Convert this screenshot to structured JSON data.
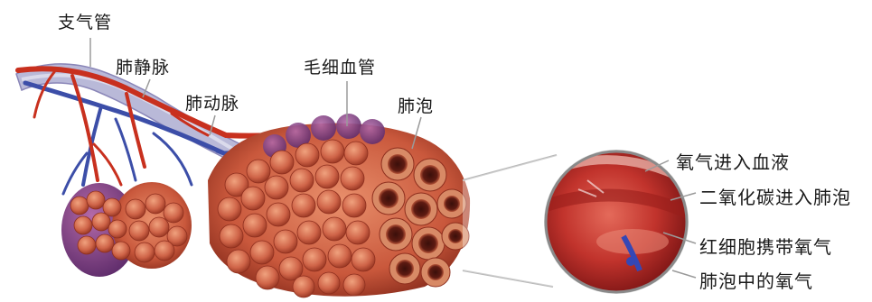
{
  "labels": {
    "bronchus": "支气管",
    "pulmonary_vein": "肺静脉",
    "pulmonary_artery": "肺动脉",
    "capillary": "毛细血管",
    "alveolus": "肺泡"
  },
  "callouts": {
    "oxygen_into_blood": "氧气进入血液",
    "co2_into_alveolus": "二氧化碳进入肺泡",
    "rbc_carries_oxygen": "红细胞携带氧气",
    "oxygen_in_alveolus": "肺泡中的氧气"
  },
  "colors": {
    "artery_blue": "#3c4ea8",
    "vein_red": "#c8301e",
    "tissue": "#d06a4a",
    "tissue_dark": "#8e2f1e",
    "capillary_purple": "#7a3a8a",
    "magnifier_bg": "#c23a34",
    "leader": "#9a9a9a"
  }
}
